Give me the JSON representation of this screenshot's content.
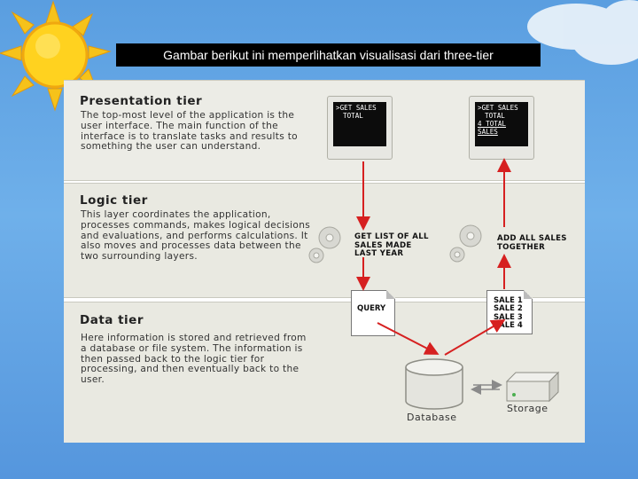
{
  "slide": {
    "caption": "Gambar berikut ini memperlihatkan visualisasi dari three-tier"
  },
  "diagram": {
    "presentation": {
      "title": "Presentation tier",
      "text": "The top-most level of the application is the user interface. The main function of the interface is to translate tasks and results to something the user can understand.",
      "monitor_left": {
        "line1": ">GET SALES",
        "line2": "TOTAL"
      },
      "monitor_right": {
        "line1": ">GET SALES",
        "line2": "TOTAL",
        "line3": "4 TOTAL SALES"
      }
    },
    "logic": {
      "title": "Logic tier",
      "text": "This layer coordinates the application, processes commands, makes logical decisions and evaluations, and performs calculations. It also moves and processes data between the two surrounding layers.",
      "left_action": "GET LIST OF ALL SALES MADE LAST YEAR",
      "right_action": "ADD ALL SALES TOGETHER"
    },
    "data": {
      "title": "Data tier",
      "text": "Here information is stored and retrieved from a database or file system. The information is then passed back to the logic tier for processing, and then eventually back to the user.",
      "query_label": "QUERY",
      "sales": [
        "SALE 1",
        "SALE 2",
        "SALE 3",
        "SALE 4"
      ],
      "database_label": "Database",
      "storage_label": "Storage"
    },
    "colors": {
      "arrow": "#d62020",
      "bidirectional": "#8a8a8a"
    }
  }
}
